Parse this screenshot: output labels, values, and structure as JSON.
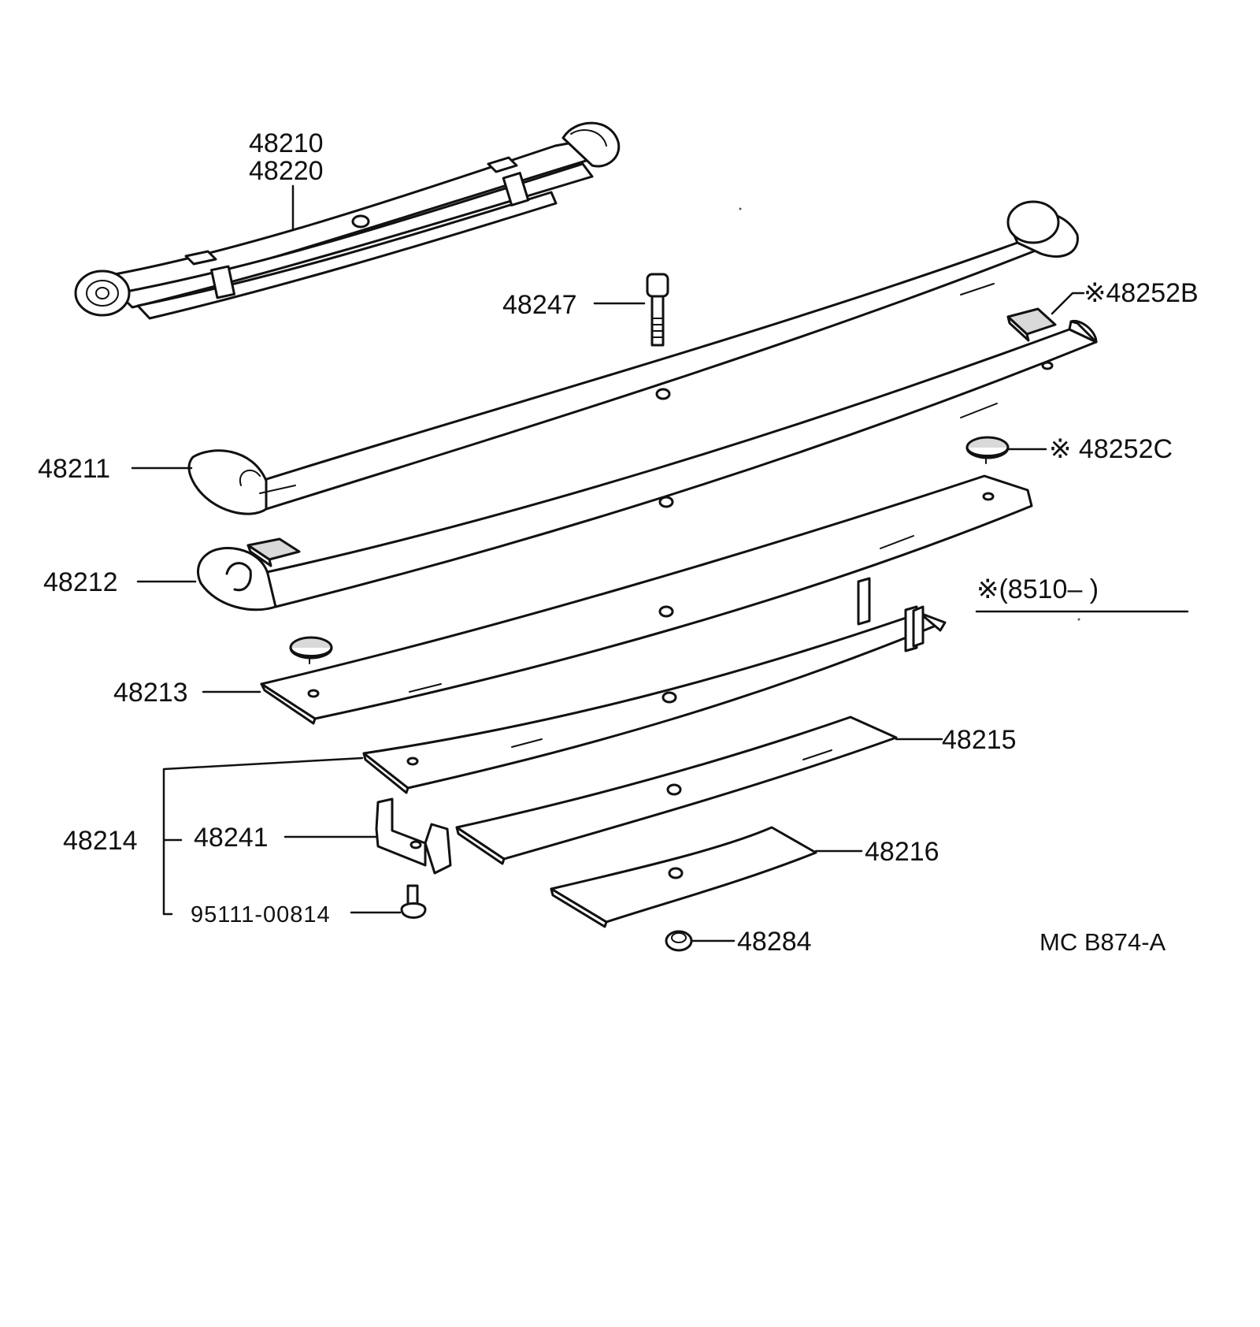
{
  "labels": {
    "p48210": "48210",
    "p48220": "48220",
    "p48247": "48247",
    "p48252b": "※48252B",
    "p48252c": "※ 48252C",
    "p48211": "48211",
    "p48212": "48212",
    "note": "※(8510–          )",
    "p48213": "48213",
    "p48215": "48215",
    "p48214": "48214",
    "p48241": "48241",
    "p48216": "48216",
    "p95111": "95111-00814",
    "p48284": "48284",
    "code": "MC  B874-A"
  },
  "icons": [
    "leaf-spring-assembly",
    "bolt",
    "pad",
    "cap",
    "spring-leaf",
    "clip",
    "rivet",
    "nut"
  ]
}
